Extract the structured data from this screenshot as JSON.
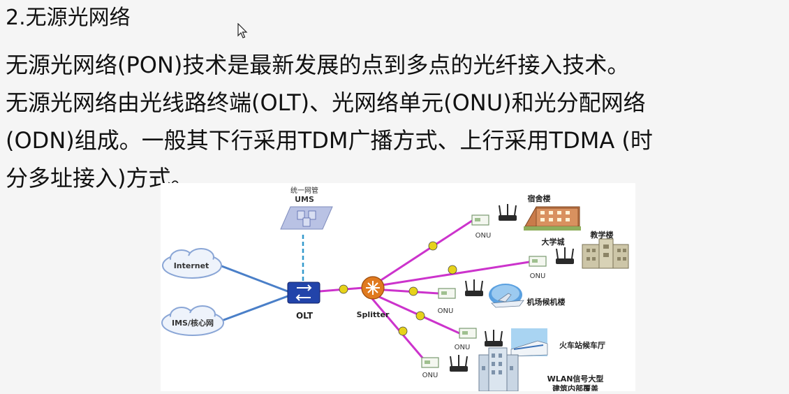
{
  "heading": "2.无源光网络",
  "paragraph": {
    "line1": "无源光网络(PON)技术是最新发展的点到多点的光纤接入技术。",
    "line2": "无源光网络由光线路终端(OLT)、光网络单元(ONU)和光分配网络",
    "line3": "(ODN)组成。一般其下行采用TDM广播方式、上行采用TDMA (时",
    "line4": "分多址接入)方式。"
  },
  "diagram": {
    "ums_caption": "统一网管",
    "ums_label": "UMS",
    "internet_label": "Internet",
    "ims_label": "IMS/核心网",
    "olt_label": "OLT",
    "splitter_label": "Splitter",
    "onu_label": "ONU",
    "dorm_label": "宿舍楼",
    "teaching_label": "教学楼",
    "university_label": "大学城",
    "airport_label": "机场候机楼",
    "train_label": "火车站候车厅",
    "wlan_label1": "WLAN信号大型",
    "wlan_label2": "建筑内部覆盖"
  },
  "colors": {
    "cloud_blue": "#4a7fc8",
    "fiber_magenta": "#cc33cc",
    "olt_blue": "#2244aa",
    "splitter_orange": "#e07a1f",
    "connector_yellow": "#e6d21a",
    "ums_dash": "#3399cc"
  }
}
